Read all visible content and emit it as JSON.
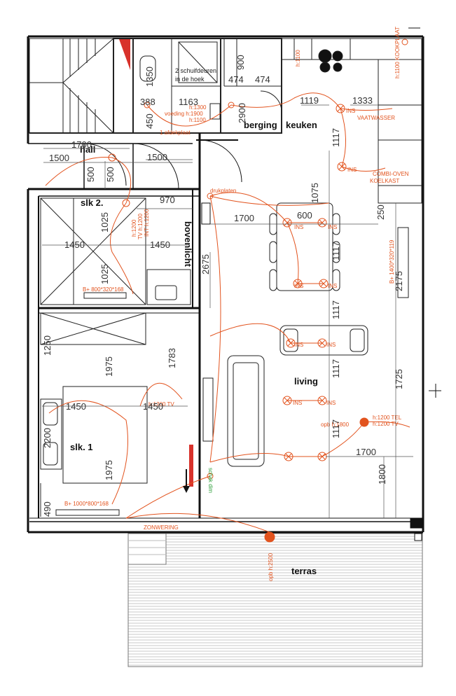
{
  "colors": {
    "wall": "#111111",
    "wire": "#e2531e",
    "hatch": "#9a9a9a",
    "accent_red": "#d8322b",
    "switch_green": "#2e9e3a"
  },
  "rooms": {
    "hall": "hall",
    "slk2": "slk 2.",
    "slk1": "slk. 1",
    "berging": "berging",
    "keuken": "keuken",
    "living": "living",
    "terras": "terras",
    "bovenlicht": "bovenlicht"
  },
  "notes": {
    "schuifdeuren_1": "2 schuifdeuren",
    "schuifdeuren_2": "in de hoek",
    "afdekplaat": "1 afdekplaat",
    "zonwering": "ZONWERING",
    "schakdim": "schak dim",
    "bed_slk2": "B+ 800*320*168",
    "bed_slk1": "B+ 1000*800*168",
    "kast_living": "B+ 1400*320*119"
  },
  "electrical": {
    "vaatwasser": "VAATWASSER",
    "combi": "COMBI-OVEN",
    "koelkast": "KOELKAST",
    "ins": "INS",
    "h1100_top": "h:1100",
    "kookplaat": "h:1100 KOOKPLAAT",
    "h1300": "h:1300",
    "voeding": "voeding h:1900",
    "h1100": "h:1100",
    "slk2_h1200": "h:1200",
    "slk2_tv": "TV h:1200",
    "slk2_int": "INT h:1200",
    "slk1_tv": "h:1200 TV",
    "drukplaten": "drukplaten",
    "tel": "h:1200 TEL",
    "tv": "h:1200 TV",
    "opb1800": "opb h:1800",
    "opb2500": "opb h:2500"
  },
  "dimensions": {
    "d1350": "1350",
    "d900": "900",
    "d474a": "474",
    "d474b": "474",
    "d388": "388",
    "d1163": "1163",
    "d450": "450",
    "d2900": "2900",
    "d1119": "1119",
    "d1333": "1333",
    "d1117a": "1117",
    "d1700a": "1700",
    "d1500a": "1500",
    "d1500b": "1500",
    "d500a": "500",
    "d500b": "500",
    "d1075": "1075",
    "d970": "970",
    "d1025a": "1025",
    "d1450a": "1450",
    "d1450b": "1450",
    "d1025b": "1025",
    "d1700b": "1700",
    "d600": "600",
    "d250": "250",
    "d1117b": "1117",
    "d2675": "2675",
    "d2175": "2175",
    "d1117c": "1117",
    "d1250": "1250",
    "d1975a": "1975",
    "d1783": "1783",
    "d1117d": "1117",
    "d1725": "1725",
    "d1450c": "1450",
    "d1450d": "1450",
    "d2200": "2200",
    "d1117e": "1117",
    "d1975b": "1975",
    "d1700c": "1700",
    "d1800": "1800",
    "d490": "490"
  }
}
